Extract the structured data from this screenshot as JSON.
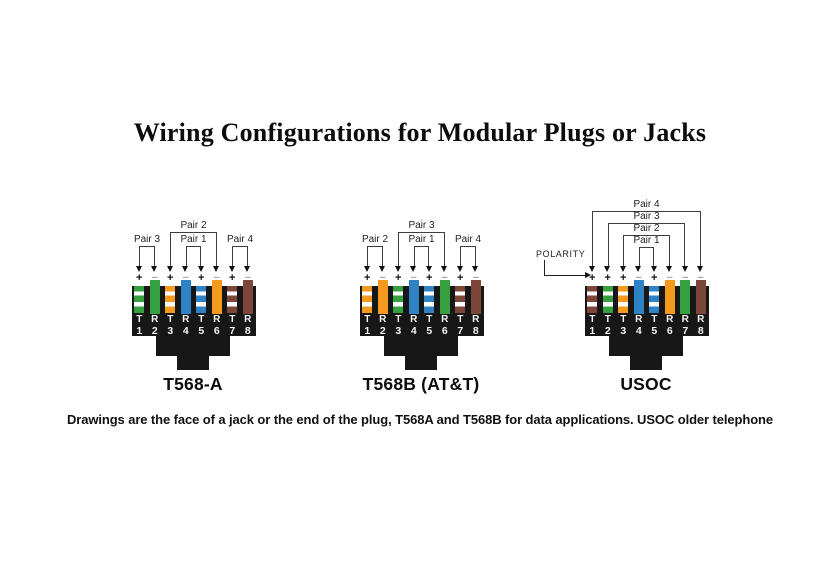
{
  "title": "Wiring Configurations for Modular Plugs or Jacks",
  "caption": "Drawings are the face of a jack or the end of the plug, T568A and T568B for data applications. USOC older telephone",
  "polarity": {
    "label": "POLARITY"
  },
  "colors": {
    "green": "#35a13e",
    "orange": "#f49a1f",
    "blue": "#2d83c6",
    "brown": "#7c4639",
    "body_black": "#171717",
    "plus_sign": "#111111",
    "minus_sign": "#9fb3b3"
  },
  "diagrams": [
    {
      "id": "t568a",
      "label": "T568-A",
      "pairs": [
        {
          "name": "Pair 3",
          "from": 1,
          "to": 2
        },
        {
          "name": "Pair 2",
          "from": 3,
          "to": 6
        },
        {
          "name": "Pair 1",
          "from": 4,
          "to": 5
        },
        {
          "name": "Pair 4",
          "from": 7,
          "to": 8
        }
      ],
      "pins": [
        {
          "n": "1",
          "tr": "T",
          "sign": "+",
          "color": "white-green"
        },
        {
          "n": "2",
          "tr": "R",
          "sign": "-",
          "color": "green"
        },
        {
          "n": "3",
          "tr": "T",
          "sign": "+",
          "color": "white-orange"
        },
        {
          "n": "4",
          "tr": "R",
          "sign": "-",
          "color": "blue"
        },
        {
          "n": "5",
          "tr": "T",
          "sign": "+",
          "color": "white-blue"
        },
        {
          "n": "6",
          "tr": "R",
          "sign": "-",
          "color": "orange"
        },
        {
          "n": "7",
          "tr": "T",
          "sign": "+",
          "color": "white-brown"
        },
        {
          "n": "8",
          "tr": "R",
          "sign": "-",
          "color": "brown"
        }
      ]
    },
    {
      "id": "t568b",
      "label": "T568B (AT&T)",
      "pairs": [
        {
          "name": "Pair 2",
          "from": 1,
          "to": 2
        },
        {
          "name": "Pair 3",
          "from": 3,
          "to": 6
        },
        {
          "name": "Pair 1",
          "from": 4,
          "to": 5
        },
        {
          "name": "Pair 4",
          "from": 7,
          "to": 8
        }
      ],
      "pins": [
        {
          "n": "1",
          "tr": "T",
          "sign": "+",
          "color": "white-orange"
        },
        {
          "n": "2",
          "tr": "R",
          "sign": "-",
          "color": "orange"
        },
        {
          "n": "3",
          "tr": "T",
          "sign": "+",
          "color": "white-green"
        },
        {
          "n": "4",
          "tr": "R",
          "sign": "-",
          "color": "blue"
        },
        {
          "n": "5",
          "tr": "T",
          "sign": "+",
          "color": "white-blue"
        },
        {
          "n": "6",
          "tr": "R",
          "sign": "-",
          "color": "green"
        },
        {
          "n": "7",
          "tr": "T",
          "sign": "+",
          "color": "white-brown"
        },
        {
          "n": "8",
          "tr": "R",
          "sign": "-",
          "color": "brown"
        }
      ]
    },
    {
      "id": "usoc",
      "label": "USOC",
      "pairs": [
        {
          "name": "Pair 4",
          "from": 1,
          "to": 8
        },
        {
          "name": "Pair 3",
          "from": 2,
          "to": 7
        },
        {
          "name": "Pair 2",
          "from": 3,
          "to": 6
        },
        {
          "name": "Pair 1",
          "from": 4,
          "to": 5
        }
      ],
      "pins": [
        {
          "n": "1",
          "tr": "T",
          "sign": "+",
          "color": "white-brown"
        },
        {
          "n": "2",
          "tr": "T",
          "sign": "+",
          "color": "white-green"
        },
        {
          "n": "3",
          "tr": "T",
          "sign": "+",
          "color": "white-orange"
        },
        {
          "n": "4",
          "tr": "R",
          "sign": "-",
          "color": "blue"
        },
        {
          "n": "5",
          "tr": "T",
          "sign": "+",
          "color": "white-blue"
        },
        {
          "n": "6",
          "tr": "R",
          "sign": "-",
          "color": "orange"
        },
        {
          "n": "7",
          "tr": "R",
          "sign": "-",
          "color": "green"
        },
        {
          "n": "8",
          "tr": "R",
          "sign": "-",
          "color": "brown"
        }
      ]
    }
  ]
}
